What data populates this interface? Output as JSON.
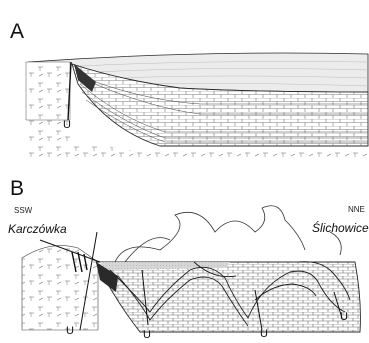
{
  "panel_a": {
    "letter": "A",
    "fault_label": "U"
  },
  "panel_b": {
    "letter": "B",
    "direction_left": "SSW",
    "direction_right": "NNE",
    "place_left": "Karczówka",
    "place_right": "Ślichowice",
    "fault_labels": [
      "U",
      "U",
      "U",
      "U"
    ]
  },
  "colors": {
    "ink": "#1a1a1a",
    "shading": "#c9c9c9",
    "background": "#ffffff"
  }
}
